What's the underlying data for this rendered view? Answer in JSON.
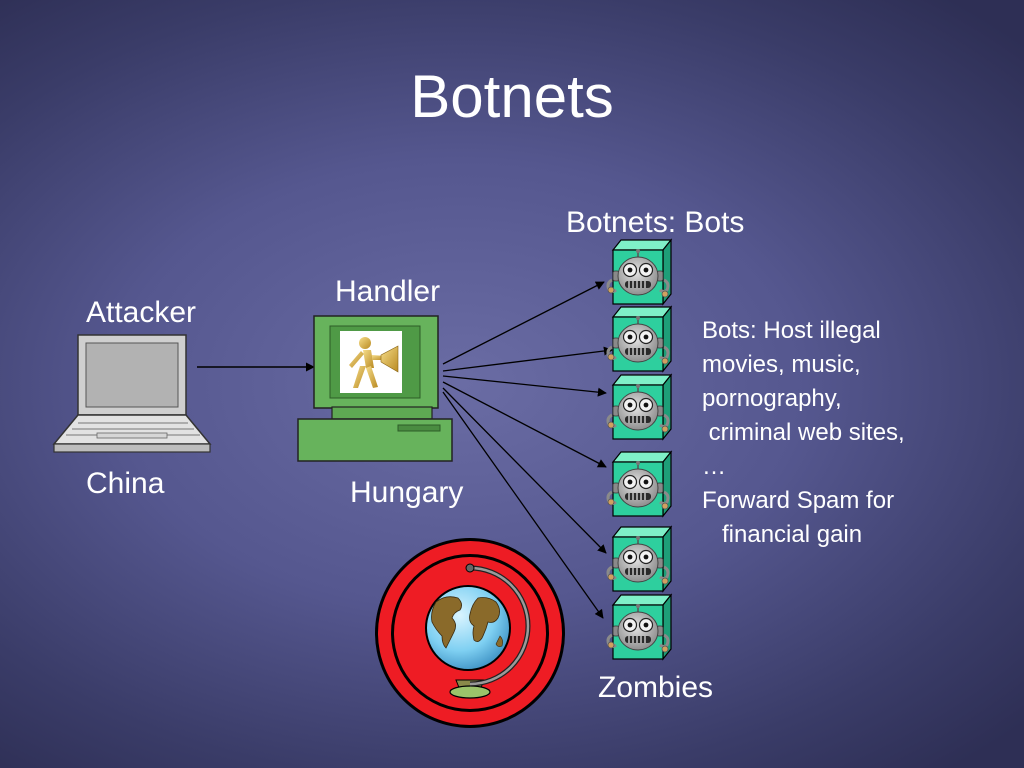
{
  "title": "Botnets",
  "labels": {
    "attacker": "Attacker",
    "attacker_location": "China",
    "handler": "Handler",
    "handler_location": "Hungary",
    "bots_header": "Botnets: Bots",
    "zombies": "Zombies"
  },
  "notes": [
    "Bots: Host illegal",
    "movies, music,",
    "pornography,",
    " criminal web sites,",
    "…",
    "Forward Spam for",
    "   financial gain"
  ],
  "icons": {
    "attacker_device": "laptop-icon",
    "handler_device": "desktop-computer-icon",
    "handler_screen": "megaphone-figure-icon",
    "bot": "robot-cube-icon",
    "globe": "globe-icon"
  },
  "colors": {
    "bot_cube": "#2ecf9e",
    "handler_computer": "#67b35c",
    "globe_ring": "#ee1c24",
    "arrow": "#000000"
  }
}
